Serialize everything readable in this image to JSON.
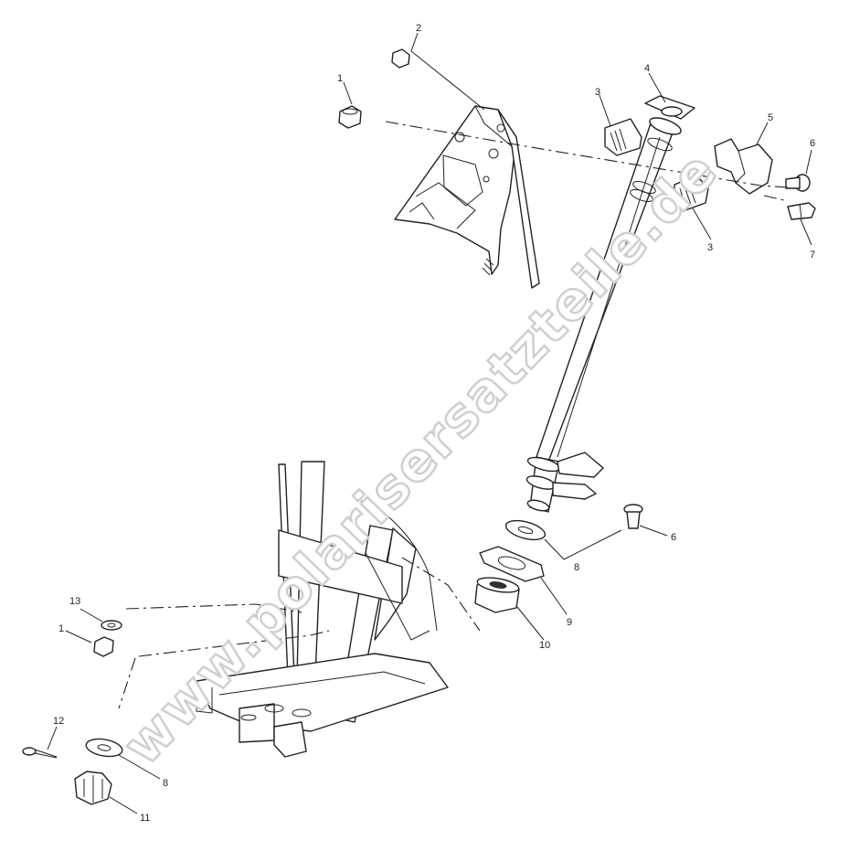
{
  "watermark": "www.polarisersatzteile.de",
  "callouts": [
    {
      "id": "c1a",
      "text": "1"
    },
    {
      "id": "c2",
      "text": "2"
    },
    {
      "id": "c3a",
      "text": "3"
    },
    {
      "id": "c4",
      "text": "4"
    },
    {
      "id": "c5",
      "text": "5"
    },
    {
      "id": "c6a",
      "text": "6"
    },
    {
      "id": "c3b",
      "text": "3"
    },
    {
      "id": "c7",
      "text": "7"
    },
    {
      "id": "c6b",
      "text": "6"
    },
    {
      "id": "c8a",
      "text": "8"
    },
    {
      "id": "c9",
      "text": "9"
    },
    {
      "id": "c10",
      "text": "10"
    },
    {
      "id": "c13",
      "text": "13"
    },
    {
      "id": "c1b",
      "text": "1"
    },
    {
      "id": "c12",
      "text": "12"
    },
    {
      "id": "c8b",
      "text": "8"
    },
    {
      "id": "c11",
      "text": "11"
    }
  ]
}
